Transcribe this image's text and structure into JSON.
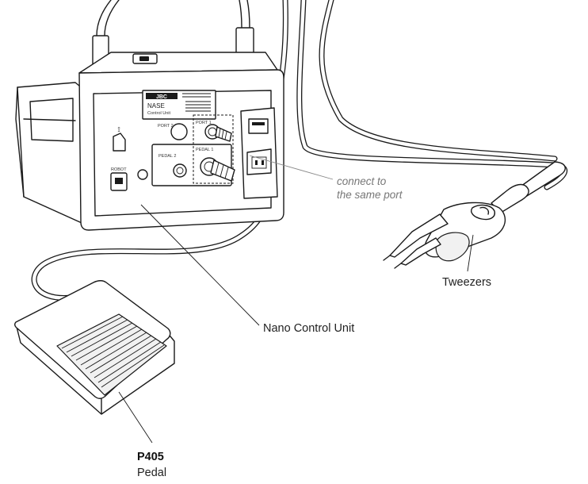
{
  "labels": {
    "connect_line1": "connect to",
    "connect_line2": "the same port",
    "tweezers": "Tweezers",
    "control_unit": "Nano Control Unit",
    "pedal_code": "P405",
    "pedal_name": "Pedal"
  },
  "unit_panel": {
    "brand": "JBC",
    "model": "NASE",
    "subtitle": "Control Unit",
    "port2": "PORT 2",
    "port1": "PORT 1",
    "pedal2": "PEDAL 2",
    "pedal1": "PEDAL 1",
    "robot": "ROBOT",
    "usb_icon": "usb-icon"
  }
}
